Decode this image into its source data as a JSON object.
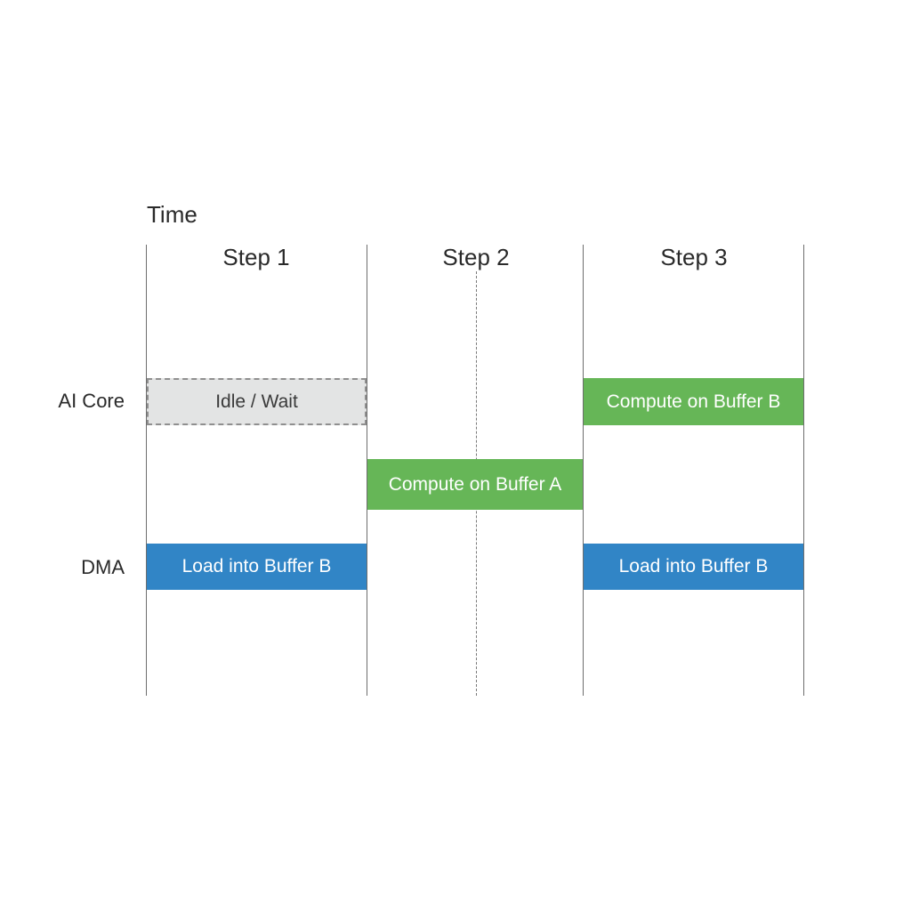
{
  "axis_title": "Time",
  "steps": [
    "Step 1",
    "Step 2",
    "Step 3"
  ],
  "rows": {
    "ai_core": "AI Core",
    "dma": "DMA"
  },
  "blocks": {
    "idle": "Idle / Wait",
    "compute_a": "Compute on Buffer A",
    "compute_b": "Compute on Buffer B",
    "load_b_step1": "Load into Buffer B",
    "load_b_step3": "Load into Buffer B"
  },
  "colors": {
    "compute": "#66b657",
    "load": "#3185c6",
    "idle_fill": "#e3e4e4",
    "idle_border": "#8f8f8f"
  }
}
